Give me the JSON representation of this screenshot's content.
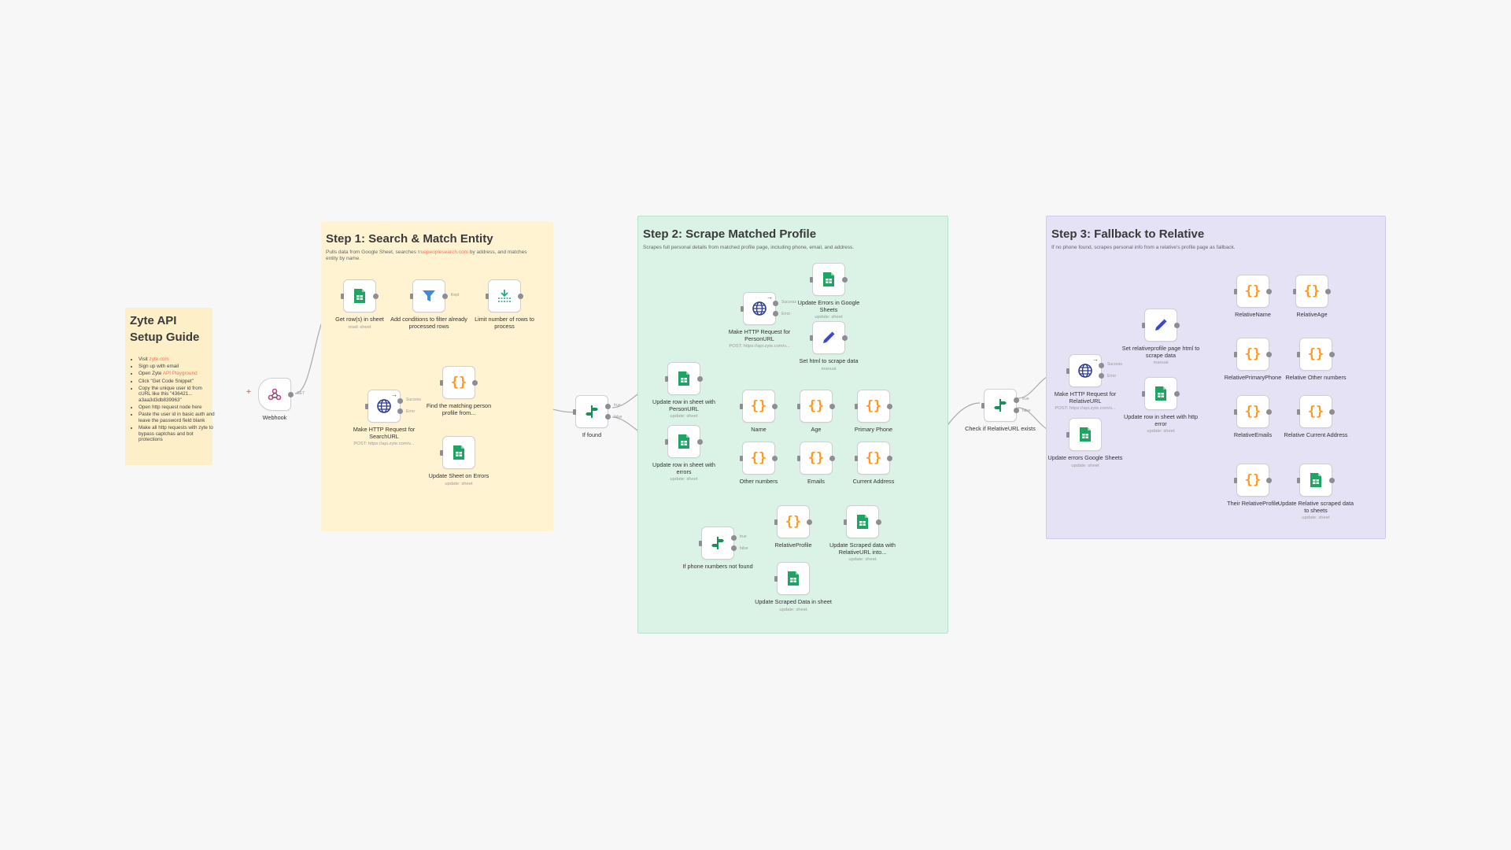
{
  "colors": {
    "canvas_bg": "#f7f7f8",
    "step1_bg": "#fff3d2",
    "step2_bg": "#daf3e6",
    "step3_bg": "#e5e2f6",
    "sheets_green": "#1fa463",
    "http_blue": "#2f3d8f",
    "filter_blue": "#3d8bd9",
    "code_orange": "#ff9922",
    "edit_blue": "#3b47c9",
    "limit_teal": "#2aa38b",
    "link_orange": "#ff6d5a"
  },
  "guide": {
    "title": "Zyte API\nSetup Guide",
    "steps": [
      {
        "text": "Visit ",
        "link": "zyte.com"
      },
      {
        "text": "Sign up with email"
      },
      {
        "text": "Open Zyte ",
        "link": "API Playground"
      },
      {
        "text": "Click \"Get Code Snippet\""
      },
      {
        "text": "Copy the unique user id from cURL like this \"436421... a3aa3d3db839963\""
      },
      {
        "text": "Open http request node here"
      },
      {
        "text": "Paste the user id in basic auth and leave the password field blank"
      },
      {
        "text": "Make all http requests with zyte to bypass captchas and bot protections"
      }
    ]
  },
  "steps": {
    "step1": {
      "title": "Step 1: Search & Match Entity",
      "desc_pre": "Pulls data from Google Sheet, searches ",
      "desc_link": "truepeoplesearch.com",
      "desc_post": " by address, and matches entity by name."
    },
    "step2": {
      "title": "Step 2: Scrape Matched Profile",
      "desc": "Scrapes full personal details from matched profile page, including phone, email, and address."
    },
    "step3": {
      "title": "Step 3: Fallback to Relative",
      "desc": "If no phone found, scrapes personal info from a relative's profile page as fallback."
    }
  },
  "nodes": {
    "webhook": {
      "label": "Webhook",
      "port": "GET"
    },
    "get_rows": {
      "label": "Get row(s) in sheet",
      "sub": "read: sheet"
    },
    "filter": {
      "label": "Add conditions to filter already processed rows",
      "port": "Kept"
    },
    "limit": {
      "label": "Limit number of rows to process"
    },
    "http_search": {
      "label": "Make HTTP Request for SearchURL",
      "sub": "POST: https://api.zyte.com/v...",
      "port_success": "Success",
      "port_error": "Error"
    },
    "find_match": {
      "label": "Find the matching person profile from..."
    },
    "update_errors1": {
      "label": "Update Sheet on Errors",
      "sub": "update: sheet"
    },
    "if_found": {
      "label": "If found",
      "port_true": "true",
      "port_false": "false"
    },
    "update_person": {
      "label": "Update row in sheet with PersonURL",
      "sub": "update: sheet"
    },
    "update_err2": {
      "label": "Update row in sheet with errors",
      "sub": "update: sheet"
    },
    "http_person": {
      "label": "Make HTTP Request for PersonURL",
      "sub": "POST: https://api.zyte.com/v...",
      "port_success": "Success",
      "port_error": "Error"
    },
    "update_err_gs": {
      "label": "Update Errors in Google Sheets",
      "sub": "update: sheet"
    },
    "set_html": {
      "label": "Set html to scrape data",
      "sub": "manual"
    },
    "name": {
      "label": "Name"
    },
    "age": {
      "label": "Age"
    },
    "primary_phone": {
      "label": "Primary Phone"
    },
    "other_numbers": {
      "label": "Other numbers"
    },
    "emails": {
      "label": "Emails"
    },
    "current_address": {
      "label": "Current Address"
    },
    "if_phone": {
      "label": "If phone numbers not found",
      "port_true": "true",
      "port_false": "false"
    },
    "relative_profile": {
      "label": "RelativeProfile"
    },
    "update_scraped_rel": {
      "label": "Update Scraped data with RelativeURL into...",
      "sub": "update: sheet"
    },
    "update_scraped": {
      "label": "Update Scraped Data in sheet",
      "sub": "update: sheet"
    },
    "check_rel": {
      "label": "Check if RelativeURL exists",
      "port_true": "true",
      "port_false": "false"
    },
    "http_rel": {
      "label": "Make HTTP Request for RelativeURL",
      "sub": "POST: https://api.zyte.com/v...",
      "port_success": "Success",
      "port_error": "Error"
    },
    "update_err_gs3": {
      "label": "Update errors Google Sheets",
      "sub": "update: sheet"
    },
    "set_rel_html": {
      "label": "Set relativeprofile page html to scrape data",
      "sub": "manual"
    },
    "update_http_err": {
      "label": "Update row in sheet with http error",
      "sub": "update: sheet"
    },
    "rel_name": {
      "label": "RelativeName"
    },
    "rel_age": {
      "label": "RelativeAge"
    },
    "rel_primary": {
      "label": "RelativePrimaryPhone"
    },
    "rel_other": {
      "label": "Relative Other numbers"
    },
    "rel_emails": {
      "label": "RelativeEmails"
    },
    "rel_address": {
      "label": "Relative Current Address"
    },
    "their_rel": {
      "label": "Their RelativeProfile"
    },
    "update_rel_scraped": {
      "label": "Update Relative scraped data to sheets",
      "sub": "update: sheet"
    }
  }
}
